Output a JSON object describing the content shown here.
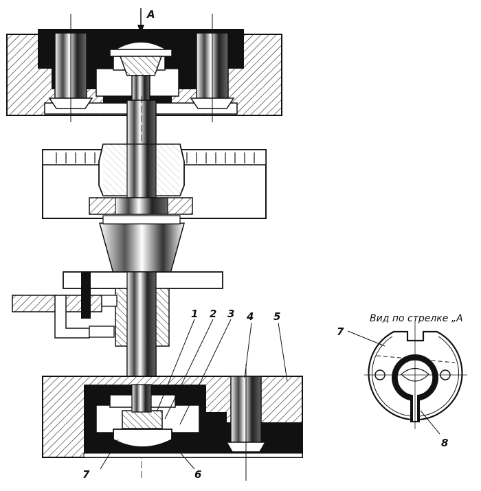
{
  "labels": {
    "view_arrow": "A",
    "part_1": "1",
    "part_2": "2",
    "part_3": "3",
    "part_4": "4",
    "part_5": "5",
    "part_6": "6",
    "part_7_bottom": "7",
    "part_7_detail": "7",
    "part_8": "8"
  },
  "detail_view": {
    "caption": "Вид по стрелке „А"
  }
}
